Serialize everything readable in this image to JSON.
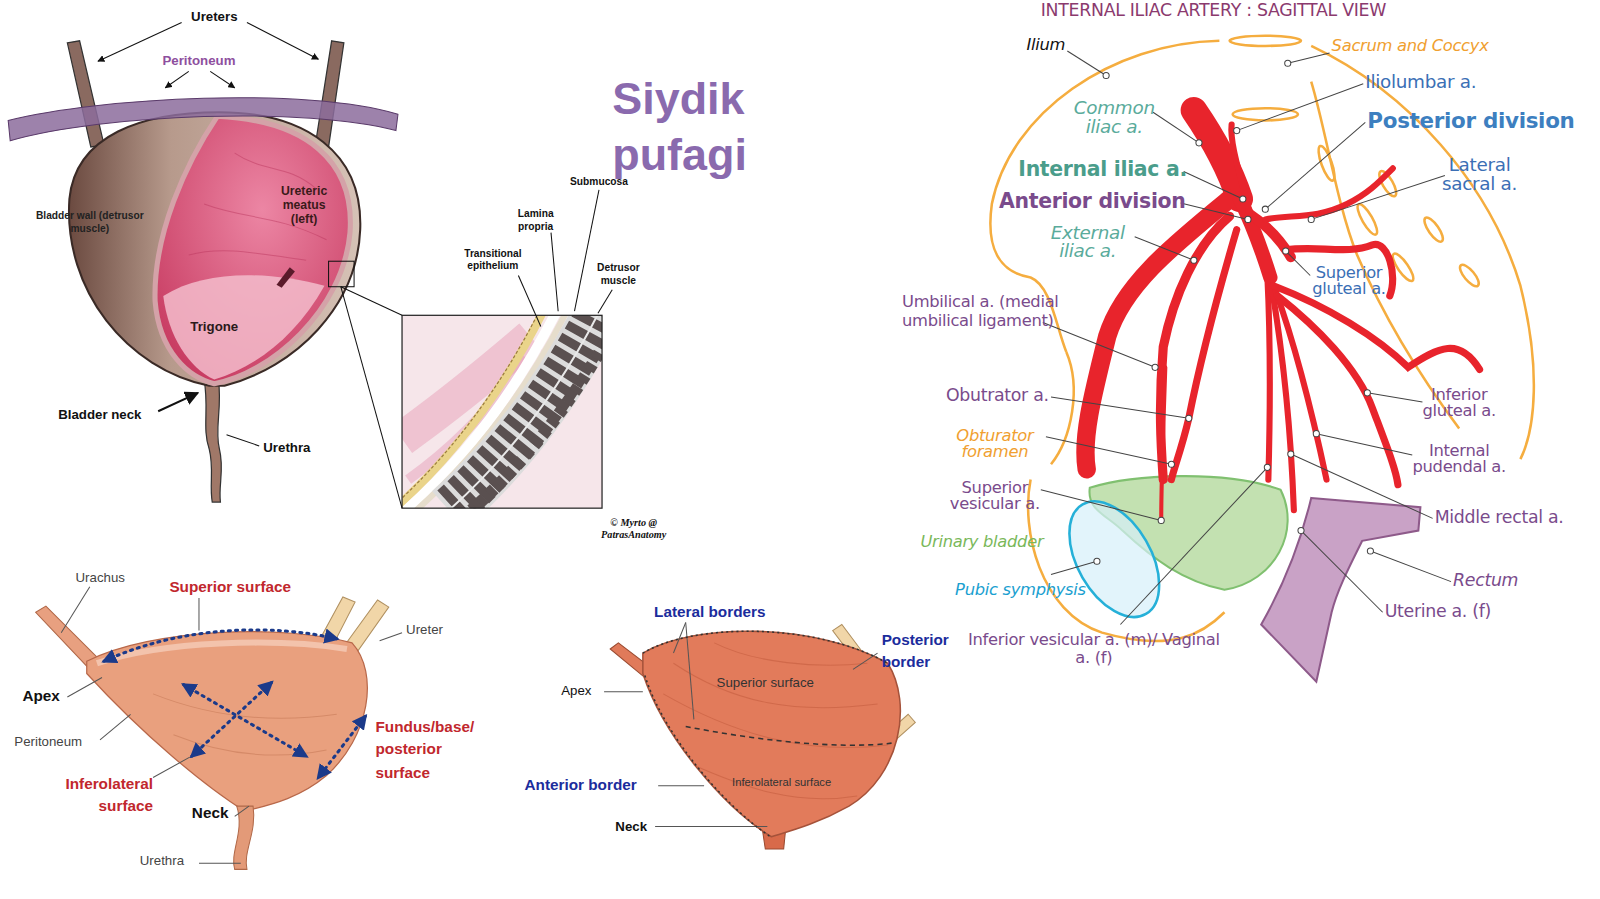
{
  "diagram": {
    "title": "Siydik pufagi",
    "nodes": [
      {
        "text": [
          "Bladder wall (detrusor muscle)",
          "Ureteric meatus (left)",
          "Trigone"
        ]
      },
      {
        "text": [
          "Superior surface",
          "Inferolateral surface"
        ]
      }
    ],
    "labels": [
      "Ureters",
      "Peritoneum",
      "Bladder neck",
      "Urethra",
      "Submucosa",
      "Lamina propria",
      "Transitional epithelium",
      "Detrusor muscle",
      "© Myrto @ PatrasAnatomy",
      "Urachus",
      "Superior surface",
      "Ureter",
      "Apex",
      "Peritoneum",
      "Fundus/base/ posterior surface",
      "Inferolateral surface",
      "Neck",
      "Urethra",
      "Lateral borders",
      "Posterior border",
      "Apex",
      "Anterior border",
      "Neck",
      "INTERNAL ILIAC ARTERY : SAGITTAL VIEW",
      "Ilium",
      "Sacrum and Coccyx",
      "Common iliac a.",
      "Iliolumbar a.",
      "Posterior division",
      "Internal iliac a.",
      "Lateral sacral a.",
      "Anterior division",
      "External iliac a.",
      "Superior gluteal a.",
      "Umbilical a. (medial umbilical ligament)",
      "Obutrator a.",
      "Obturator foramen",
      "Superior vesicular a.",
      "Urinary bladder",
      "Pubic symphysis",
      "Inferior vesicular a. (m)/ Vaginal a. (f)",
      "Inferior gluteal a.",
      "Internal pudendal a.",
      "Middle rectal a.",
      "Rectum",
      "Uterine a. (f)"
    ]
  }
}
